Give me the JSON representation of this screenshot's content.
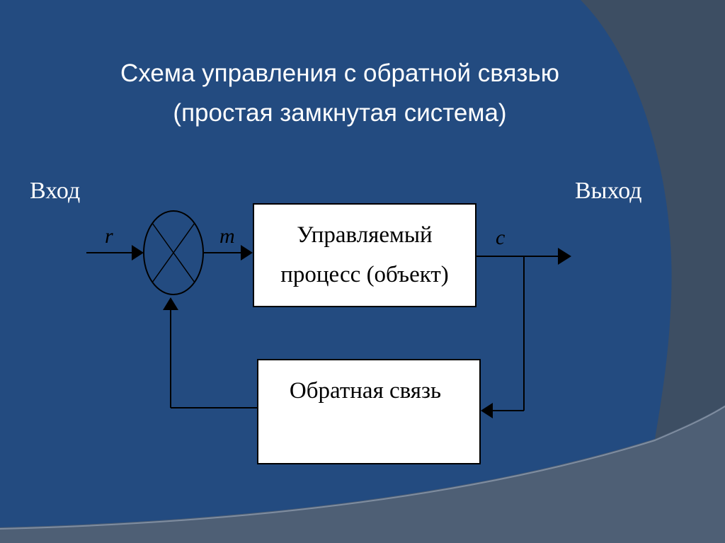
{
  "slide": {
    "title_line_1": "Схема управления с обратной связью",
    "title_line_2": "(простая замкнутая система)"
  },
  "diagram": {
    "input_label": "Вход",
    "output_label": "Выход",
    "signal_r": "r",
    "signal_m": "m",
    "signal_c": "c",
    "process_block": {
      "line_1": "Управляемый",
      "line_2": "процесс (объект)"
    },
    "feedback_block": {
      "label": "Обратная связь"
    }
  },
  "colors": {
    "background_blue": "#234b80",
    "corner_gray": "#3d4e63",
    "band_gray": "#4e5f75",
    "diagram_lines": "#000000",
    "block_fill": "#ffffff"
  }
}
